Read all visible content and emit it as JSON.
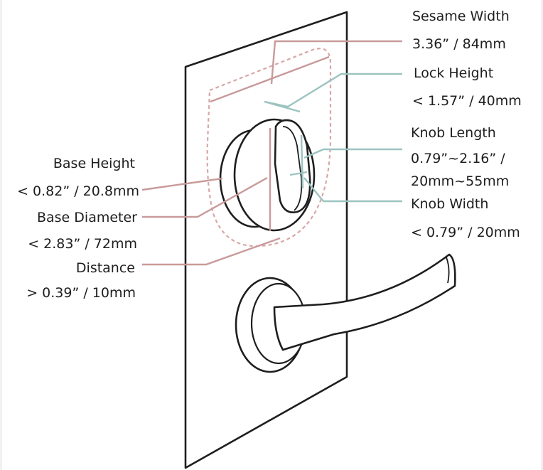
{
  "labels": {
    "sesame_width": {
      "name": "Sesame Width",
      "value": "3.36” /  84mm"
    },
    "lock_height": {
      "name": "Lock Height",
      "value": "< 1.57” /  40mm"
    },
    "knob_length": {
      "name": "Knob Length",
      "value_line1": "0.79”~2.16” /",
      "value_line2": "20mm~55mm"
    },
    "knob_width": {
      "name": "Knob Width",
      "value": "< 0.79” / 20mm"
    },
    "base_height": {
      "name": "Base Height",
      "value": "< 0.82” / 20.8mm"
    },
    "base_diameter": {
      "name": "Base Diameter",
      "value": "< 2.83” / 72mm"
    },
    "distance": {
      "name": "Distance",
      "value": "> 0.39” /  10mm"
    }
  },
  "colors": {
    "outline": "#1e1e1e",
    "rose_leader": "#c99a9a",
    "teal_leader": "#9cc4c0",
    "dashed_outline": "#d8a8a8"
  }
}
